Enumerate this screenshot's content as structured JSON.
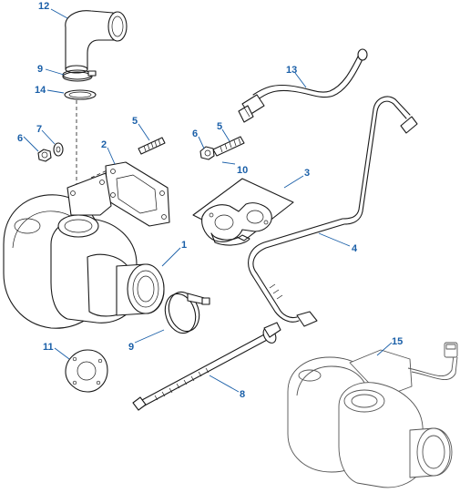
{
  "callouts": {
    "c12": "12",
    "c9_top": "9",
    "c14": "14",
    "c13": "13",
    "c7": "7",
    "c6_left": "6",
    "c5_left": "5",
    "c2": "2",
    "c5_mid": "5",
    "c6_mid": "6",
    "c10": "10",
    "c3": "3",
    "c4": "4",
    "c1": "1",
    "c9_bottom": "9",
    "c11": "11",
    "c8": "8",
    "c15": "15"
  },
  "colors": {
    "callout": "#1a5fa8",
    "line": "#1a1a1a",
    "background": "#ffffff"
  }
}
